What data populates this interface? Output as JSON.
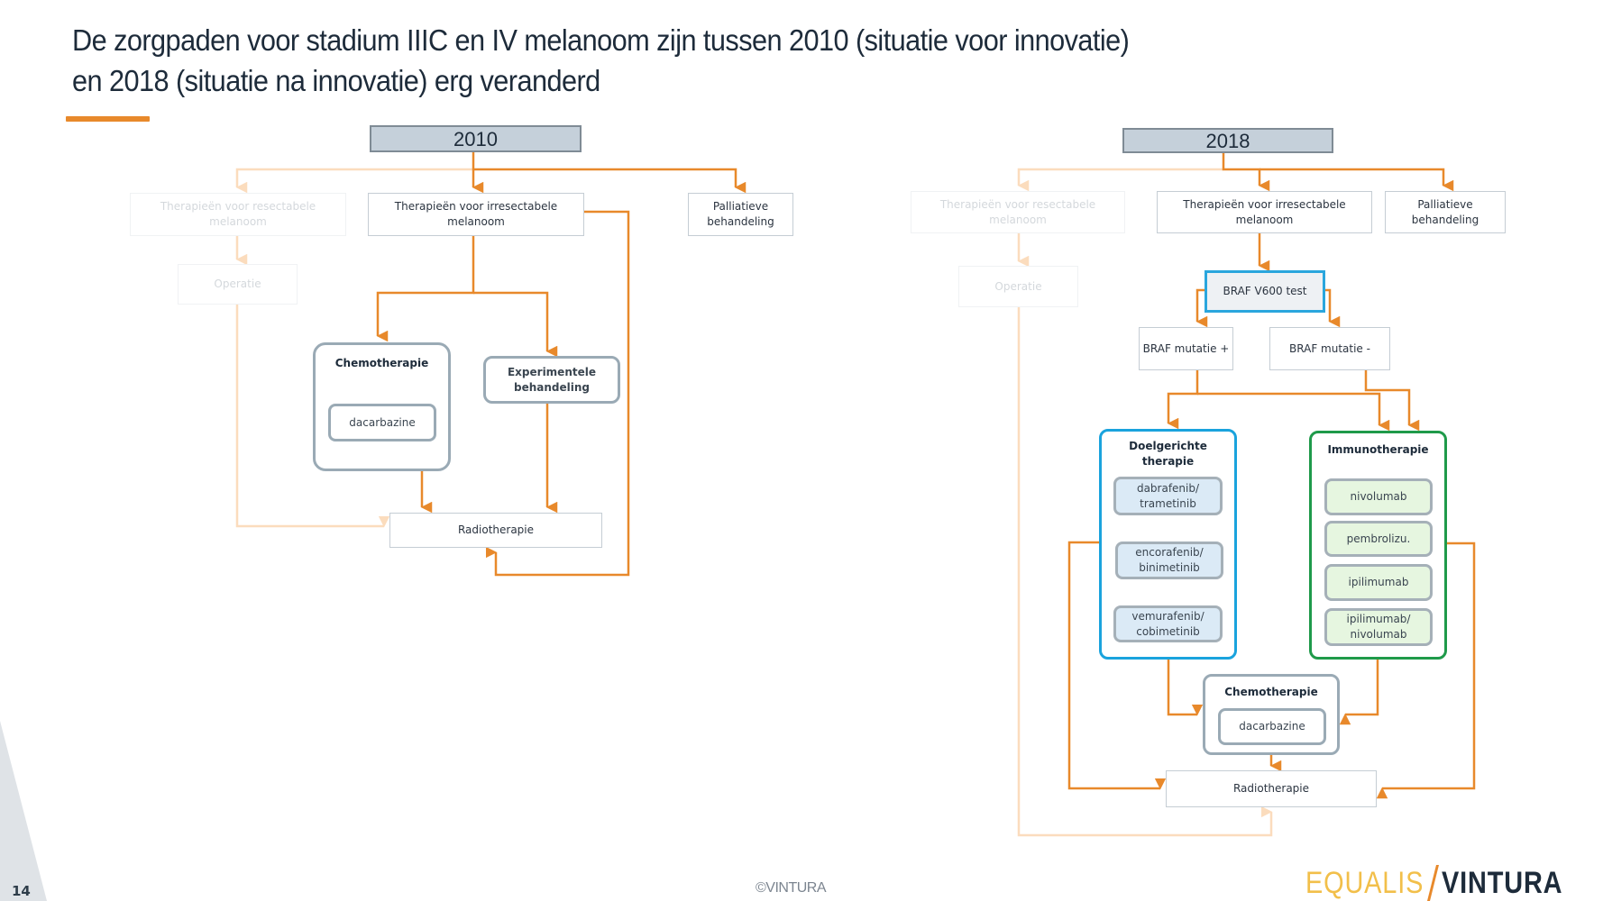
{
  "slide": {
    "title_line1": "De zorgpaden voor stadium IIIC en IV melanoom zijn tussen 2010 (situatie voor innovatie)",
    "title_line2": "en 2018 (situatie na innovatie) erg veranderd",
    "slide_number": "14",
    "copyright": "©VINTURA",
    "logo_left": "EQUALIS",
    "logo_right": "VINTURA",
    "accent_color": "#e8892b"
  },
  "diagram_2010": {
    "year": "2010",
    "resectable": "Therapieën voor resectabele melanoom",
    "irresectable": "Therapieën voor irresectabele melanoom",
    "palliative": "Palliatieve behandeling",
    "operation": "Operatie",
    "chemotherapy": "Chemotherapie",
    "dacarbazine": "dacarbazine",
    "experimental": "Experimentele behandeling",
    "radiotherapy": "Radiotherapie"
  },
  "diagram_2018": {
    "year": "2018",
    "resectable": "Therapieën voor resectabele melanoom",
    "irresectable": "Therapieën voor irresectabele melanoom",
    "palliative": "Palliatieve behandeling",
    "operation": "Operatie",
    "braf_test": "BRAF V600 test",
    "braf_pos": "BRAF mutatie +",
    "braf_neg": "BRAF mutatie  -",
    "targeted": "Doelgerichte therapie",
    "targeted_drugs": [
      "dabrafenib/ trametinib",
      "encorafenib/ binimetinib",
      "vemurafenib/ cobimetinib"
    ],
    "immuno": "Immunotherapie",
    "immuno_drugs": [
      "nivolumab",
      "pembrolizu.",
      "ipilimumab",
      "ipilimumab/ nivolumab"
    ],
    "chemotherapy": "Chemotherapie",
    "dacarbazine": "dacarbazine",
    "radiotherapy": "Radiotherapie"
  },
  "colors": {
    "arrow": "#e8892b",
    "arrow_faded": "#fbdcbd",
    "targeted_border": "#1aa3dd",
    "immuno_border": "#1f9a4a"
  }
}
